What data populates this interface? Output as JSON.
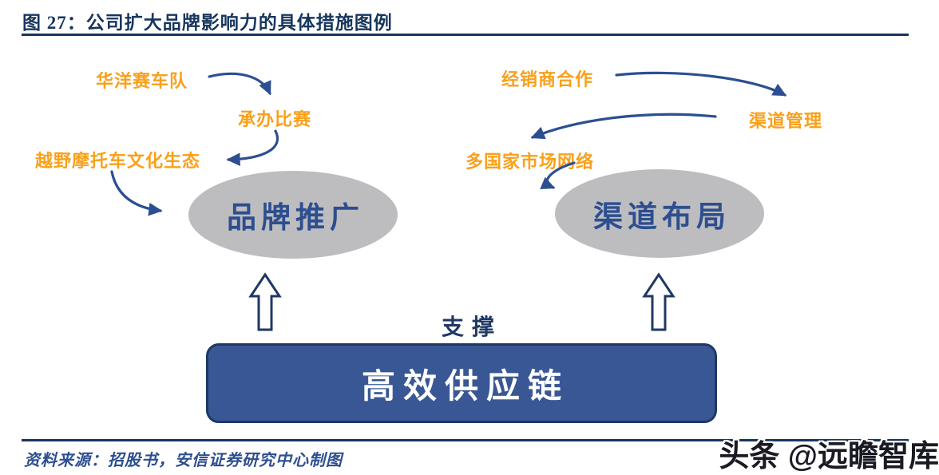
{
  "title": "图 27：公司扩大品牌影响力的具体措施图例",
  "diagram": {
    "brand": {
      "step1": "华洋赛车队",
      "step2": "承办比赛",
      "step3": "越野摩托车文化生态",
      "ellipse": "品牌推广"
    },
    "channel": {
      "step1": "经销商合作",
      "step2": "渠道管理",
      "step3": "多国家市场网络",
      "ellipse": "渠道布局"
    },
    "support_label": "支撑",
    "supply_chain_box": "高效供应链"
  },
  "footer": {
    "source": "资料来源：招股书，安信证券研究中心制图",
    "watermark": "头条 @远瞻智库"
  },
  "colors": {
    "navy": "#17365D",
    "arrow_blue": "#2B4F91",
    "label_orange": "#F9A01B",
    "ellipse_gray": "#BDBDBF",
    "ellipse_text": "#2D4E8F",
    "box_fill": "#3A5795",
    "box_border": "#1F3864",
    "box_text": "#FFFFFF",
    "watermark_text": "#1A1A24"
  }
}
